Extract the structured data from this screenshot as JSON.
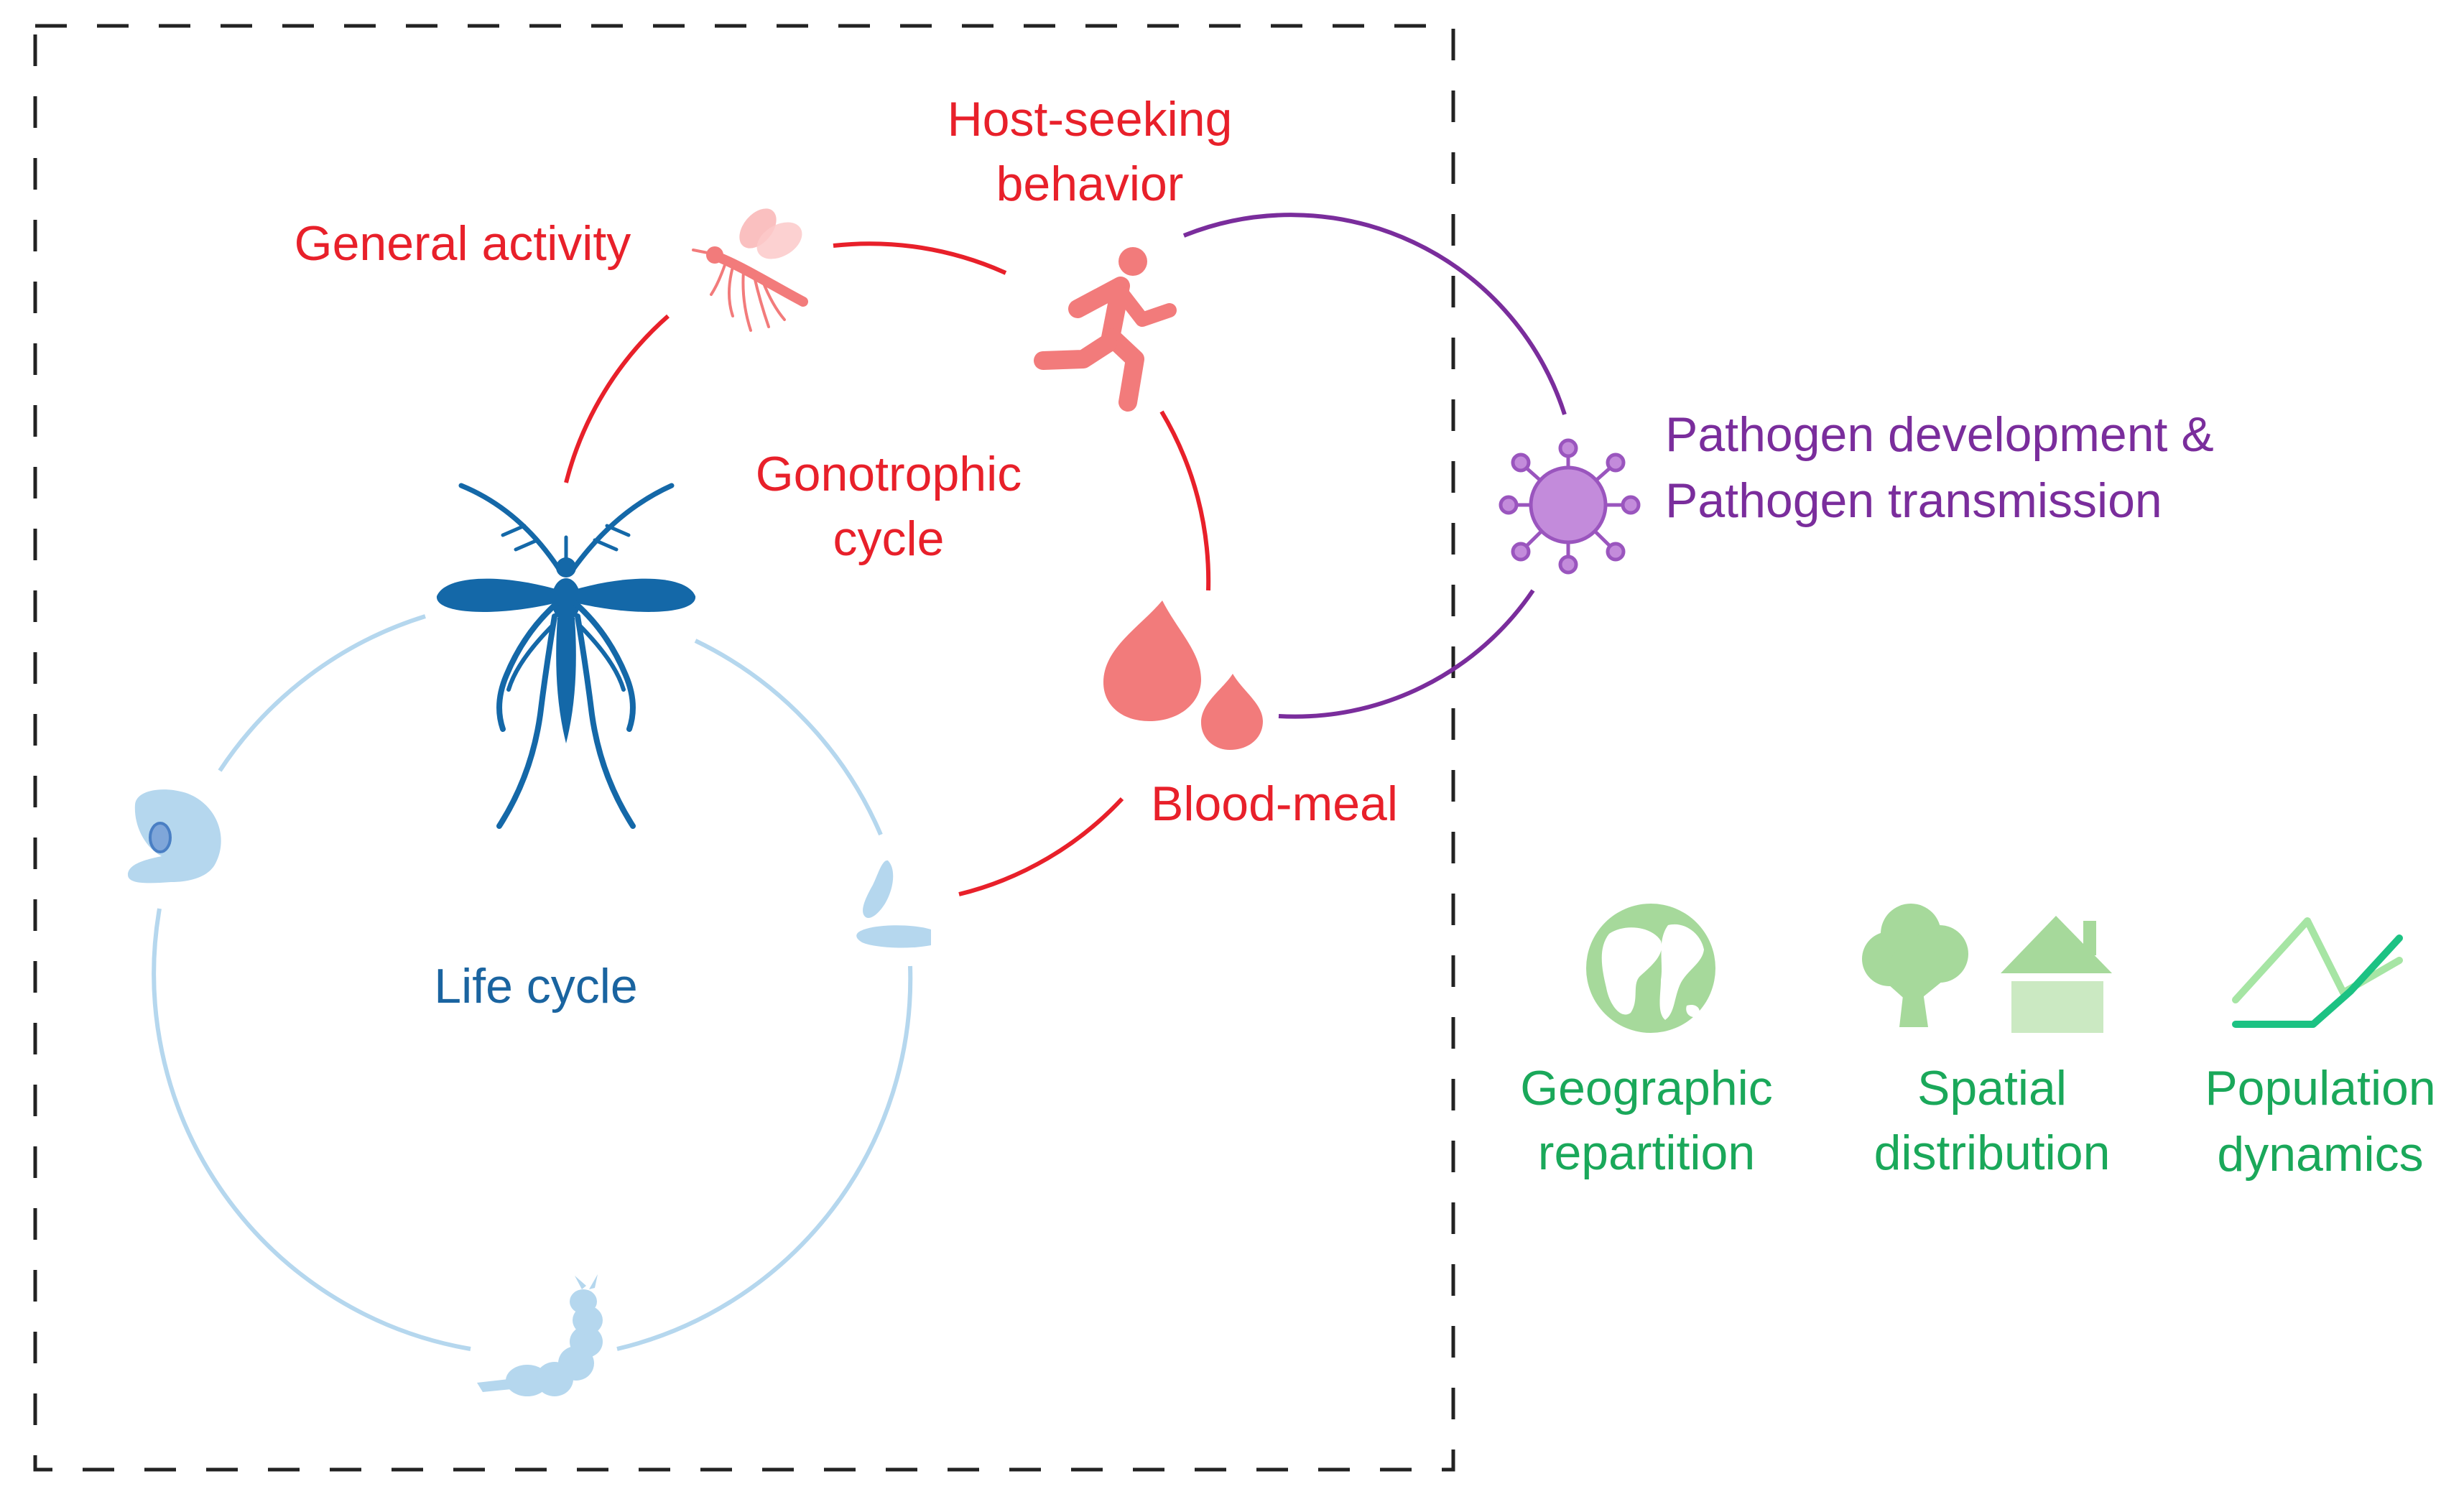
{
  "labels": {
    "general_activity": "General activity",
    "host_seeking_line1": "Host-seeking",
    "host_seeking_line2": "behavior",
    "gonotrophic_line1": "Gonotrophic",
    "gonotrophic_line2": "cycle",
    "blood_meal": "Blood-meal",
    "pathogen_line1": "Pathogen development &",
    "pathogen_line2": "Pathogen transmission",
    "life_cycle": "Life cycle",
    "geographic_line1": "Geographic",
    "geographic_line2": "repartition",
    "spatial_line1": "Spatial",
    "spatial_line2": "distribution",
    "population_line1": "Population",
    "population_line2": "dynamics"
  },
  "icons": {
    "adult_mosquito": "mosquito-icon",
    "flying_mosquito": "flying-mosquito-icon",
    "runner": "running-person-icon",
    "blood": "blood-drops-icon",
    "pathogen": "virus-icon",
    "egg": "egg-icon",
    "larva": "larva-icon",
    "pupa": "pupa-icon",
    "globe": "globe-icon",
    "tree": "tree-icon",
    "house": "house-icon",
    "trend": "trend-lines-icon"
  },
  "colors": {
    "gonotrophic": "#e8202a",
    "gonotrophic_icon": "#f27b7b",
    "life_cycle_text": "#1a64a0",
    "life_cycle_ring": "#b5d7ee",
    "mosquito": "#1468a8",
    "pathogen": "#7a2d9c",
    "pathogen_fill": "#c38bdb",
    "environment_text": "#1aa85a",
    "environment_icon": "#a6d99b",
    "frame": "#222222"
  }
}
